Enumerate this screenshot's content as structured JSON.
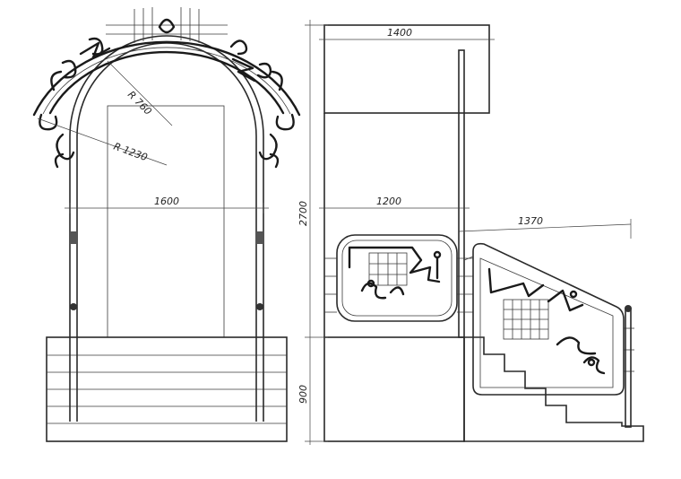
{
  "dimensions": {
    "canopy_width": "1400",
    "arch_width": "1600",
    "arch_radius_inner": "R 760",
    "arch_radius_outer": "R 1230",
    "railing_landing": "1200",
    "railing_stair": "1370",
    "height_total": "2700",
    "height_base": "900"
  },
  "colors": {
    "fill_gray": "#d9d9d9",
    "fill_light": "#e6e6e6",
    "line": "#2a2a2a"
  }
}
